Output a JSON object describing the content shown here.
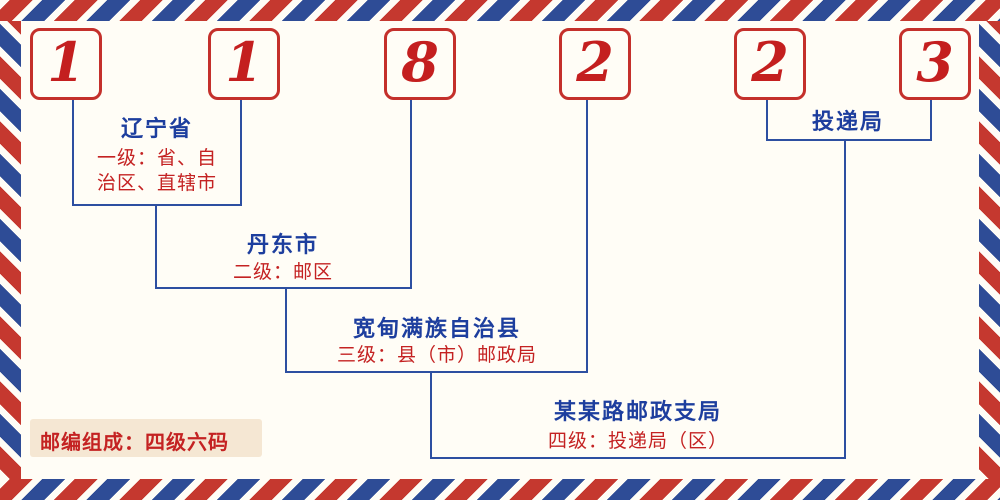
{
  "colors": {
    "digit_red": "#c41f1f",
    "box_border_red": "#c4302b",
    "line_blue": "#2d4fa1",
    "place_name_blue": "#1d3e9e",
    "description_red": "#c42222",
    "border_stripe_red": "#c5382f",
    "border_stripe_blue": "#2e4c96",
    "background": "#fffdf6"
  },
  "postal_code_digits": [
    "1",
    "1",
    "8",
    "2",
    "2",
    "3"
  ],
  "levels": {
    "level1": {
      "name": "辽宁省",
      "desc_lines": [
        "一级：省、自",
        "治区、直辖市"
      ]
    },
    "level2": {
      "name": "丹东市",
      "desc": "二级：邮区"
    },
    "level3": {
      "name": "宽甸满族自治县",
      "desc": "三级：县（市）邮政局"
    },
    "level4": {
      "name": "某某路邮政支局",
      "desc": "四级：投递局（区）"
    },
    "delivery": {
      "name": "投递局"
    }
  },
  "footer": {
    "composition_note": "邮编组成：四级六码"
  }
}
